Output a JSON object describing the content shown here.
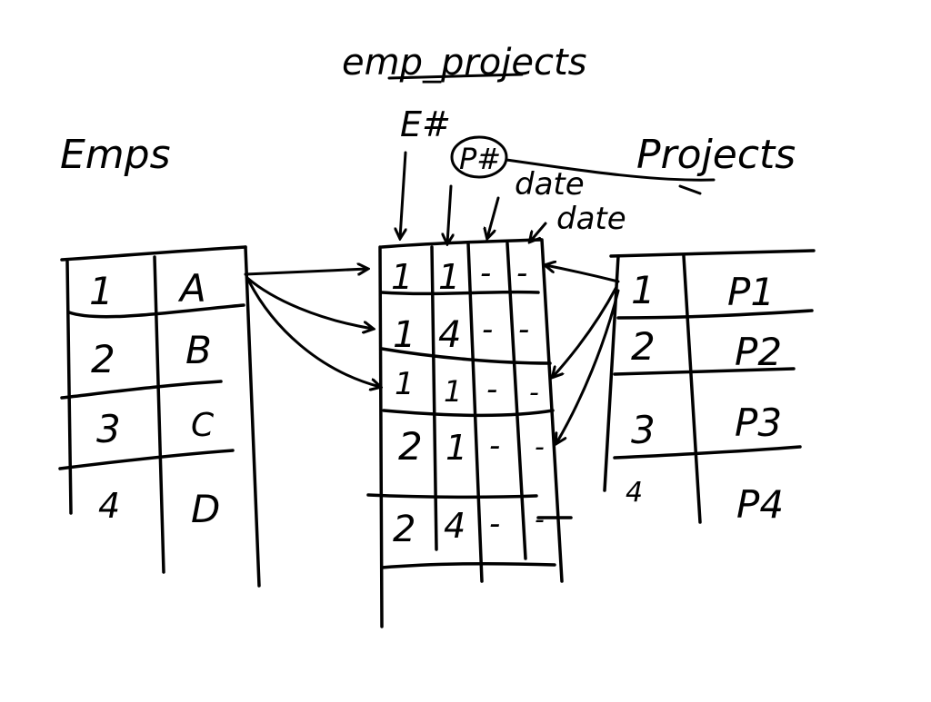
{
  "title": {
    "junction": "emp_projects",
    "left": "Emps",
    "right": "Projects"
  },
  "junction_columns": [
    "E#",
    "P#",
    "date",
    "date"
  ],
  "emps": [
    {
      "id": "1",
      "name": "A"
    },
    {
      "id": "2",
      "name": "B"
    },
    {
      "id": "3",
      "name": "C"
    },
    {
      "id": "4",
      "name": "D"
    }
  ],
  "emp_projects": [
    {
      "e": "1",
      "p": "1",
      "d1": "-",
      "d2": "-"
    },
    {
      "e": "1",
      "p": "4",
      "d1": "-",
      "d2": "-"
    },
    {
      "e": "1",
      "p": "1",
      "d1": "-",
      "d2": "-"
    },
    {
      "e": "2",
      "p": "1",
      "d1": "-",
      "d2": "-"
    },
    {
      "e": "2",
      "p": "4",
      "d1": "-",
      "d2": "-"
    }
  ],
  "projects": [
    {
      "id": "1",
      "name": "P1"
    },
    {
      "id": "2",
      "name": "P2"
    },
    {
      "id": "3",
      "name": "P3"
    },
    {
      "id": "4",
      "name": "P4"
    }
  ]
}
